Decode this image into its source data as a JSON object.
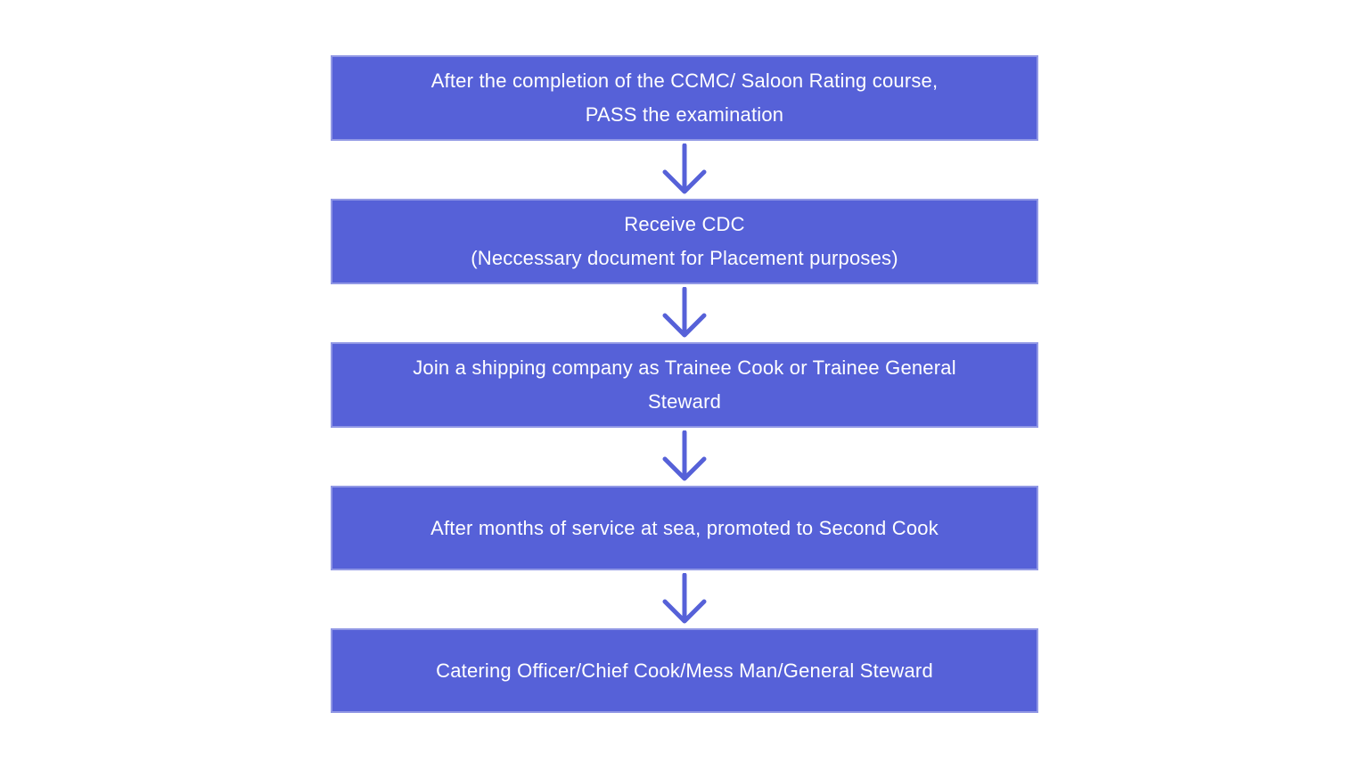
{
  "diagram": {
    "type": "flowchart",
    "direction": "top-to-bottom",
    "colors": {
      "box_fill": "#5661d8",
      "box_border": "#8f97ea",
      "arrow": "#5661d8",
      "text": "#ffffff",
      "background": "#ffffff"
    },
    "steps": [
      {
        "label": "After the completion of the CCMC/ Saloon Rating course,\nPASS the examination"
      },
      {
        "label": "Receive CDC\n(Neccessary document for Placement purposes)"
      },
      {
        "label": "Join a shipping company as Trainee Cook or Trainee General\nSteward"
      },
      {
        "label": "After months of service at sea, promoted to Second Cook"
      },
      {
        "label": "Catering Officer/Chief Cook/Mess Man/General Steward"
      }
    ]
  }
}
